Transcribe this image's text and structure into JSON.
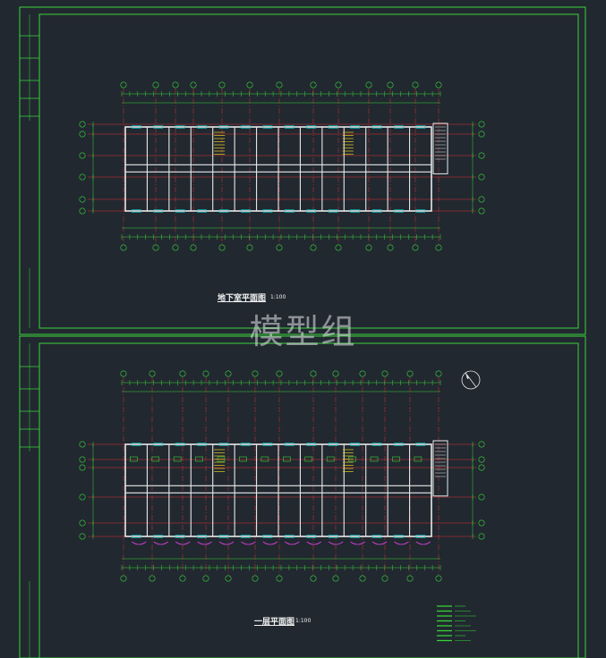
{
  "sheets": [
    {
      "title": "地下室平面图",
      "scale": "1:100"
    },
    {
      "title": "一层平面图",
      "scale": "1:100"
    }
  ],
  "watermark": "模型组",
  "colors": {
    "background": "#212830",
    "frame": "#3ad43a",
    "wall": "#e8e8e8",
    "axis": "#e03030",
    "dimension": "#3ad43a",
    "fixture": "#00d4d4",
    "accent_magenta": "#e040e0",
    "stair": "#e8d020",
    "title_text": "#f2f2f2"
  },
  "icons": [
    "north-arrow-icon"
  ]
}
